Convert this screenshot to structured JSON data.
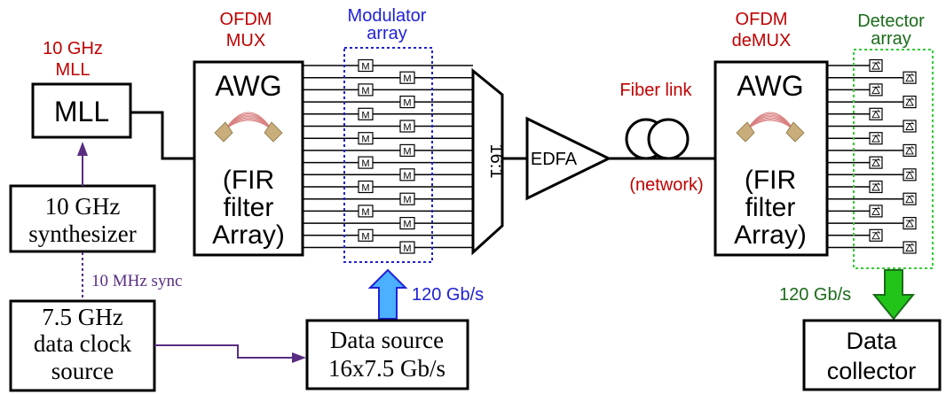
{
  "colors": {
    "red": "#c00000",
    "blue": "#1f22d6",
    "green": "#1a6b1a",
    "purple": "#5a2d82",
    "black": "#000000",
    "arrow_blue": "#4ab0ff",
    "arrow_green": "#22c41a",
    "detector_outline": "#33cc33",
    "grating_pink": "#d98080",
    "grating_tan": "#c9ad7a"
  },
  "labels": {
    "mll_rate": [
      "10 GHz",
      "MLL"
    ],
    "ofdm_mux": [
      "OFDM",
      "MUX"
    ],
    "modulator_array": [
      "Modulator",
      "array"
    ],
    "fiber_link": "Fiber link",
    "network": "(network)",
    "ofdm_demux": [
      "OFDM",
      "deMUX"
    ],
    "detector_array": [
      "Detector",
      "array"
    ],
    "sync": "10 MHz sync",
    "rate_in": "120 Gb/s",
    "rate_out": "120 Gb/s"
  },
  "blocks": {
    "mll": "MLL",
    "synth": [
      "10 GHz",
      "synthesizer"
    ],
    "clock": [
      "7.5 GHz",
      "data clock",
      "source"
    ],
    "awg_mux": [
      "AWG",
      "(FIR",
      "filter",
      "Array)"
    ],
    "combiner": "16:1",
    "edfa": "EDFA",
    "awg_demux": [
      "AWG",
      "(FIR",
      "filter",
      "Array)"
    ],
    "data_source": [
      "Data source",
      "16x7.5 Gb/s"
    ],
    "data_collector": [
      "Data",
      "collector"
    ]
  },
  "modulator_symbol": "M",
  "channel_count": 16
}
